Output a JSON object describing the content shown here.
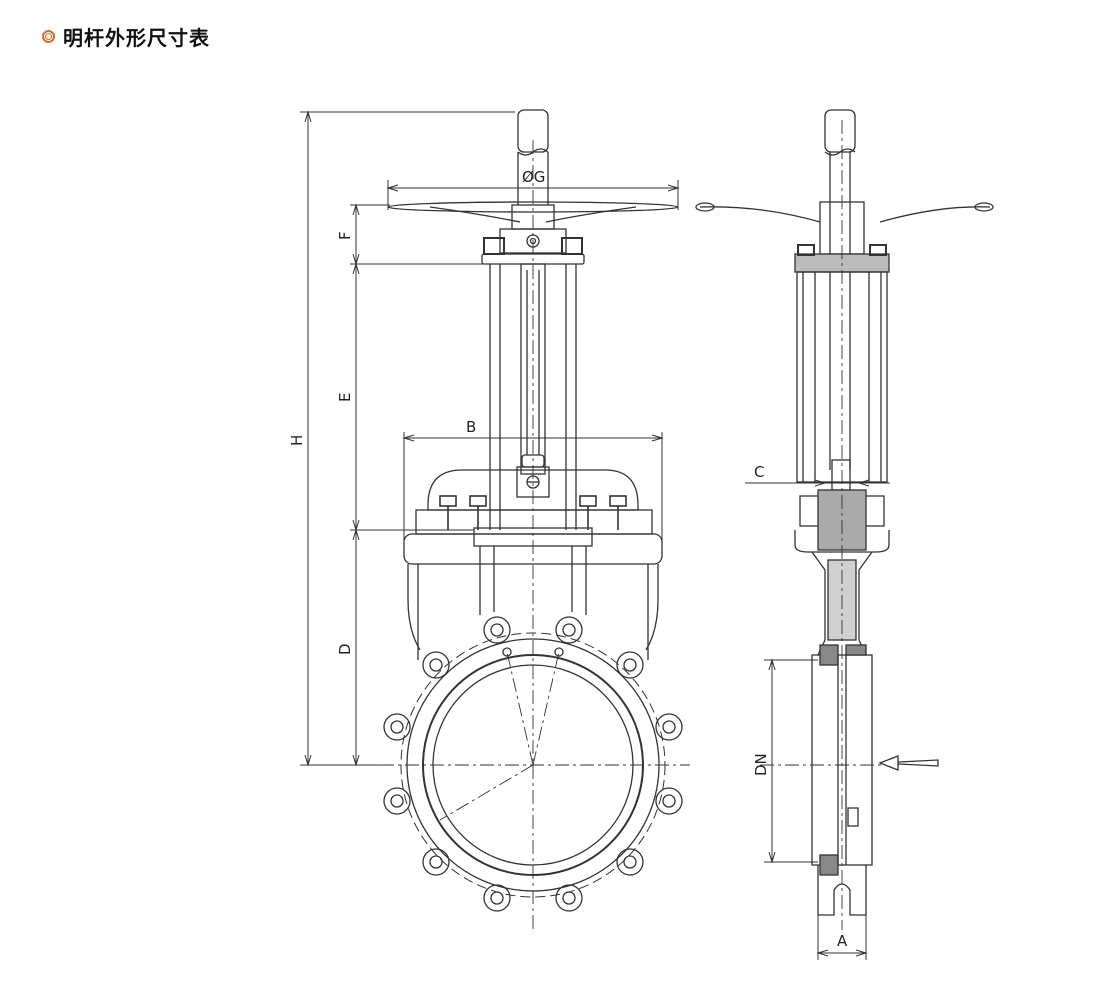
{
  "title": "明杆外形尺寸表",
  "accent_color": "#e06a1e",
  "dimensions": {
    "G": "ØG",
    "F": "F",
    "E": "E",
    "H": "H",
    "B": "B",
    "D": "D",
    "C": "C",
    "DN": "DN",
    "A": "A"
  },
  "icons": [
    "double-circle-bullet-icon",
    "flow-arrow-icon"
  ]
}
